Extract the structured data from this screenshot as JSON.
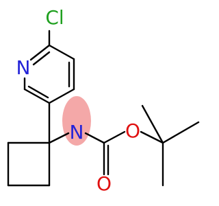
{
  "molecule": {
    "atoms": {
      "chlorine": "Cl",
      "pyridine_nitrogen": "N",
      "amine_nitrogen": "N",
      "ester_oxygen": "O",
      "carbonyl_oxygen": "O"
    },
    "colors": {
      "bond": "#000000",
      "chlorine": "#1fa01f",
      "nitrogen": "#2323d8",
      "oxygen": "#e01010",
      "highlight": "#f4a8a8"
    }
  }
}
